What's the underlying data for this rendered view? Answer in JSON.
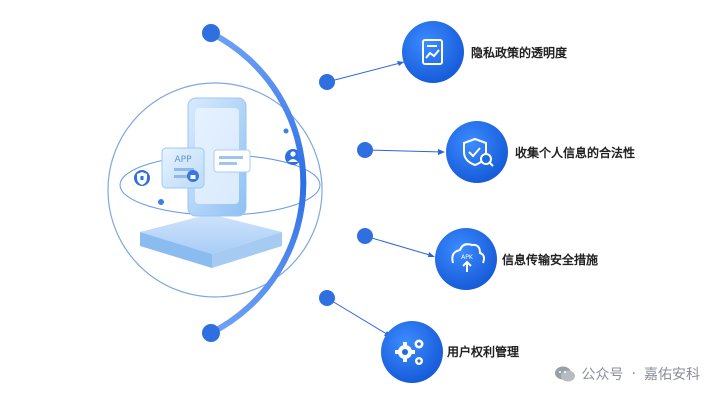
{
  "items": [
    {
      "label": "隐私政策的透明度",
      "icon": "document-chart-icon"
    },
    {
      "label": "收集个人信息的合法性",
      "icon": "shield-search-icon"
    },
    {
      "label": "信息传输安全措施",
      "icon": "cloud-upload-apk-icon"
    },
    {
      "label": "用户权利管理",
      "icon": "gears-icon"
    }
  ],
  "illustration": {
    "app_card_text": "APP",
    "icon_text": "APK"
  },
  "watermark": {
    "source": "公众号",
    "separator": "·",
    "account": "嘉佑安科"
  },
  "colors": {
    "accent": "#1b6be8",
    "arc": "#3f7fe6",
    "arc_dark": "#2060df",
    "label": "#222222",
    "watermark": "#8a8f99"
  }
}
